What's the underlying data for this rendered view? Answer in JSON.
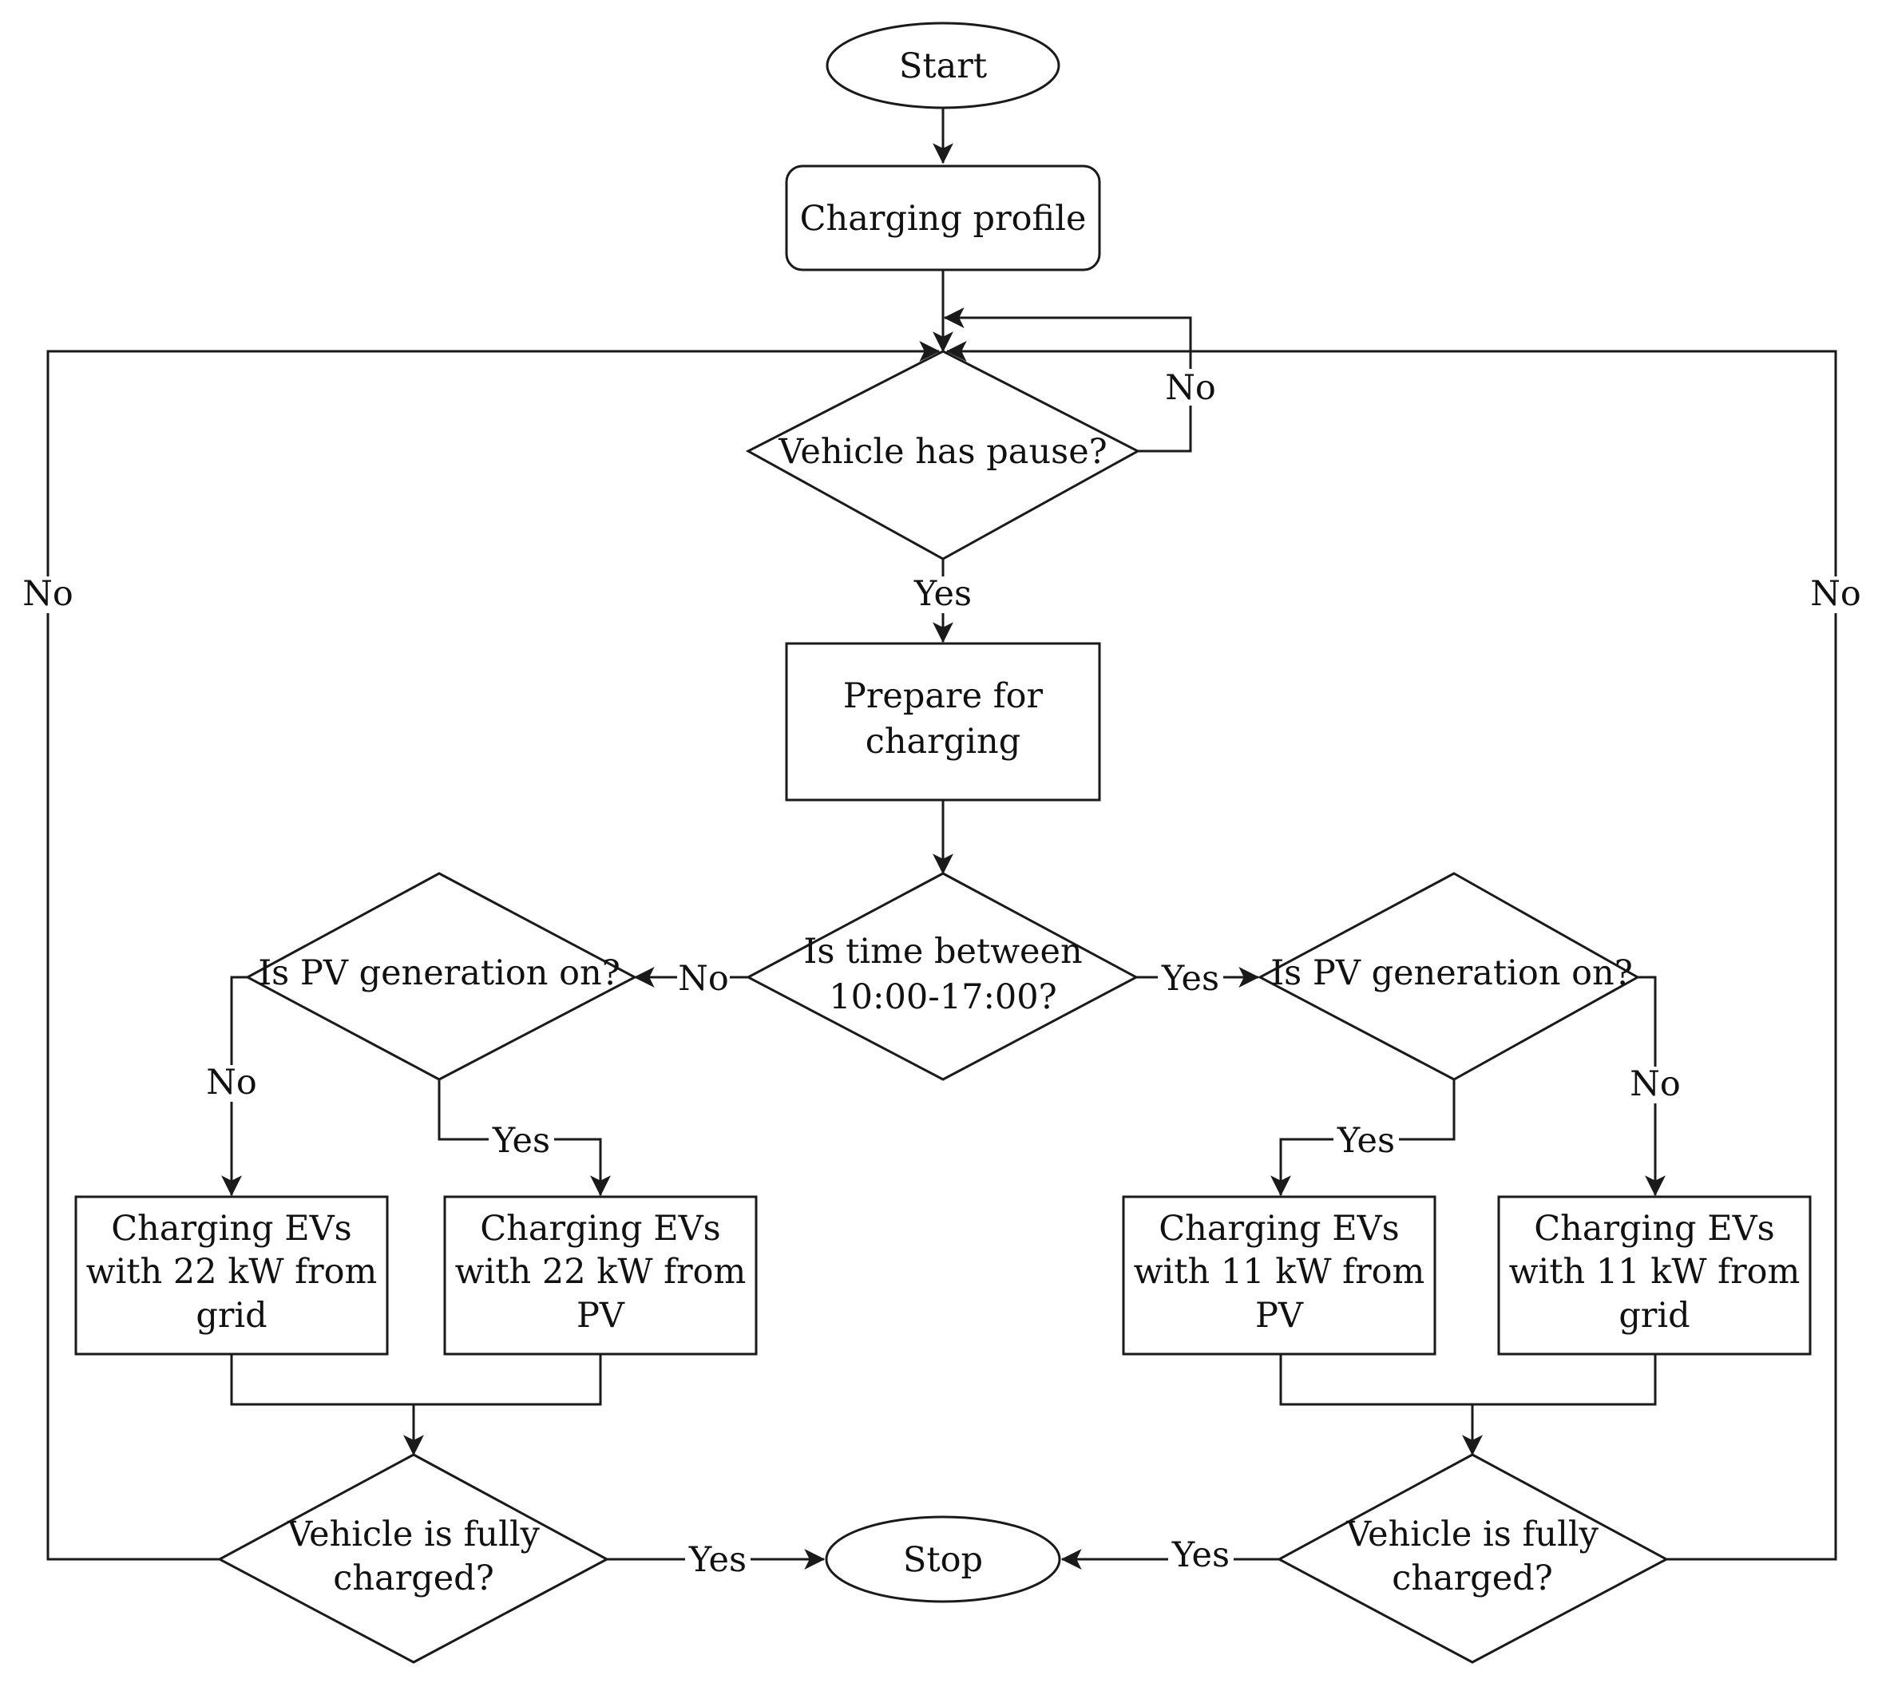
{
  "nodes": {
    "start": {
      "text": "Start"
    },
    "charging_profile": {
      "text": "Charging profile"
    },
    "vehicle_pause": {
      "text": "Vehicle has pause?"
    },
    "prepare": {
      "line1": "Prepare for",
      "line2": "charging"
    },
    "time_check": {
      "line1": "Is time between",
      "line2": "10:00-17:00?"
    },
    "pv_left": {
      "text": "Is PV generation on?"
    },
    "pv_right": {
      "text": "Is PV generation on?"
    },
    "box_22_grid": {
      "line1": "Charging EVs",
      "line2": "with 22 kW from",
      "line3": "grid"
    },
    "box_22_pv": {
      "line1": "Charging EVs",
      "line2": "with 22 kW from",
      "line3": "PV"
    },
    "box_11_pv": {
      "line1": "Charging EVs",
      "line2": "with 11 kW from",
      "line3": "PV"
    },
    "box_11_grid": {
      "line1": "Charging EVs",
      "line2": "with 11 kW from",
      "line3": "grid"
    },
    "full_left": {
      "line1": "Vehicle is fully",
      "line2": "charged?"
    },
    "full_right": {
      "line1": "Vehicle is fully",
      "line2": "charged?"
    },
    "stop": {
      "text": "Stop"
    }
  },
  "edge_labels": {
    "pause_no": "No",
    "pause_yes": "Yes",
    "time_no": "No",
    "time_yes": "Yes",
    "pv_left_no": "No",
    "pv_left_yes": "Yes",
    "pv_right_yes": "Yes",
    "pv_right_no": "No",
    "full_left_no": "No",
    "full_left_yes": "Yes",
    "full_right_yes": "Yes",
    "full_right_no": "No"
  }
}
